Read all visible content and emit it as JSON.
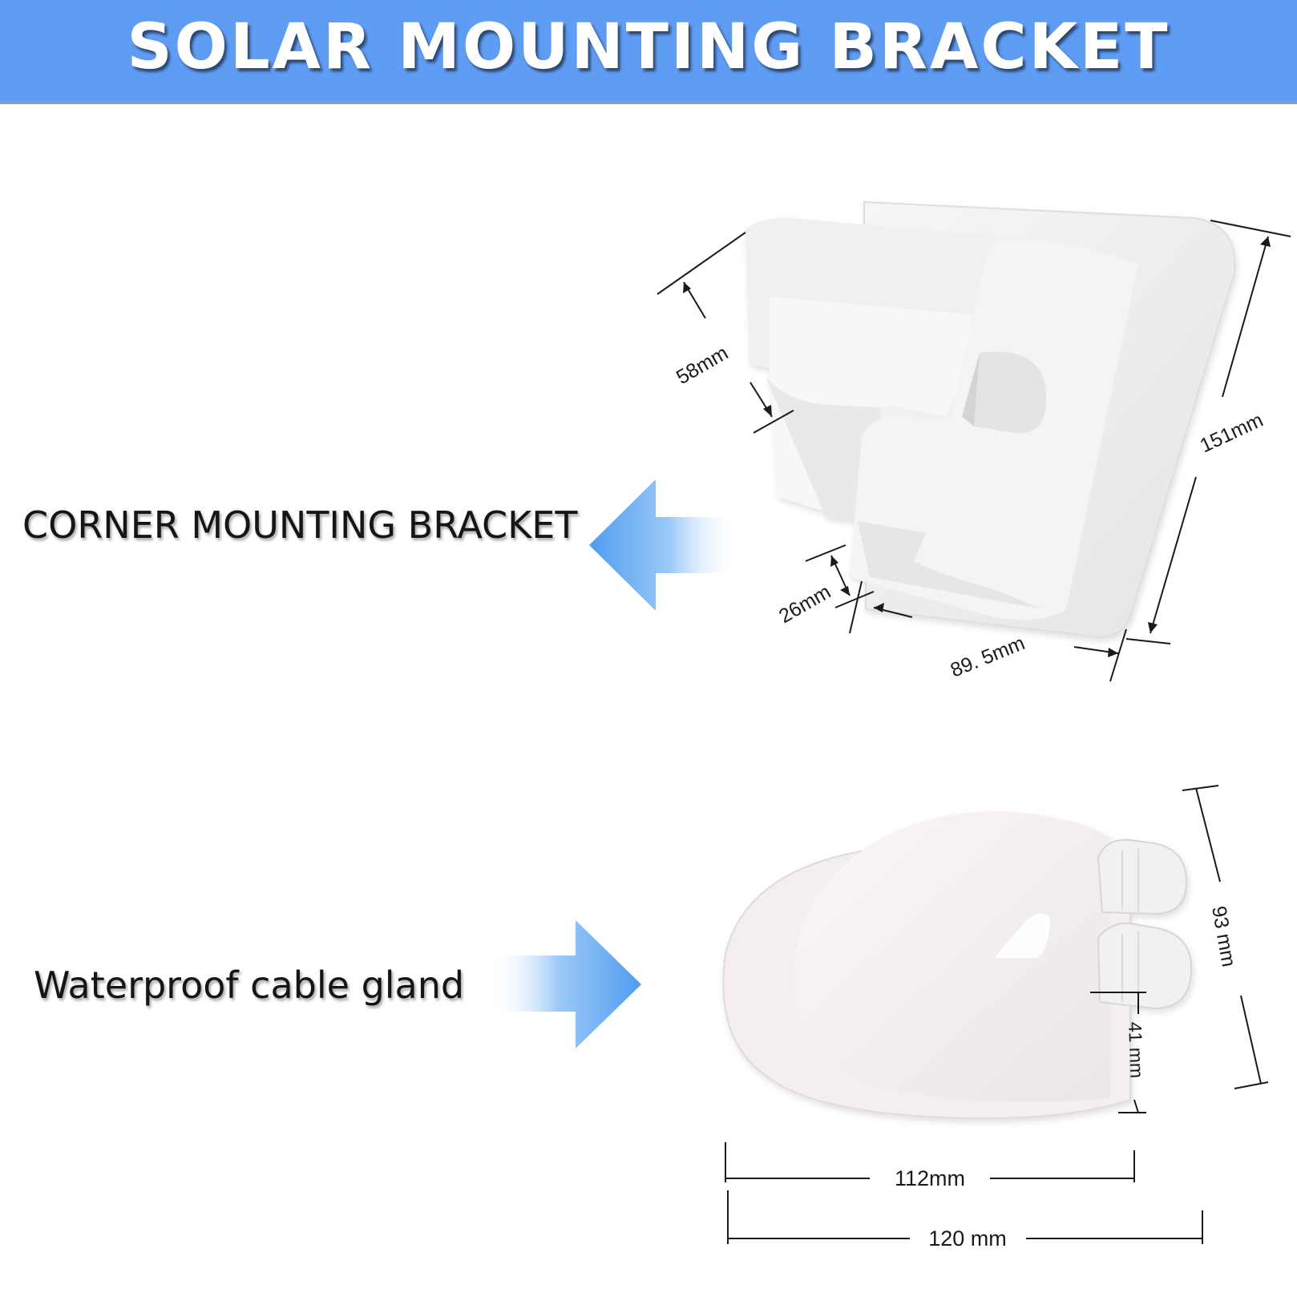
{
  "banner": {
    "title": "SOLAR  MOUNTING  BRACKET",
    "color": "#5f9cf4"
  },
  "products": [
    {
      "label": "CORNER MOUNTING BRACKET",
      "arrow_direction": "left",
      "dimensions": {
        "d1": "58mm",
        "d2": "151mm",
        "d3": "26mm",
        "d4": "89. 5mm"
      }
    },
    {
      "label": "Waterproof cable gland",
      "arrow_direction": "right",
      "dimensions": {
        "d1": "93 mm",
        "d2": "41 mm",
        "d3": "112mm",
        "d4": "120 mm"
      }
    }
  ],
  "colors": {
    "arrow": "#5aa6f2",
    "product": "#f3f3f3",
    "dim_line": "#1a1a1a"
  }
}
